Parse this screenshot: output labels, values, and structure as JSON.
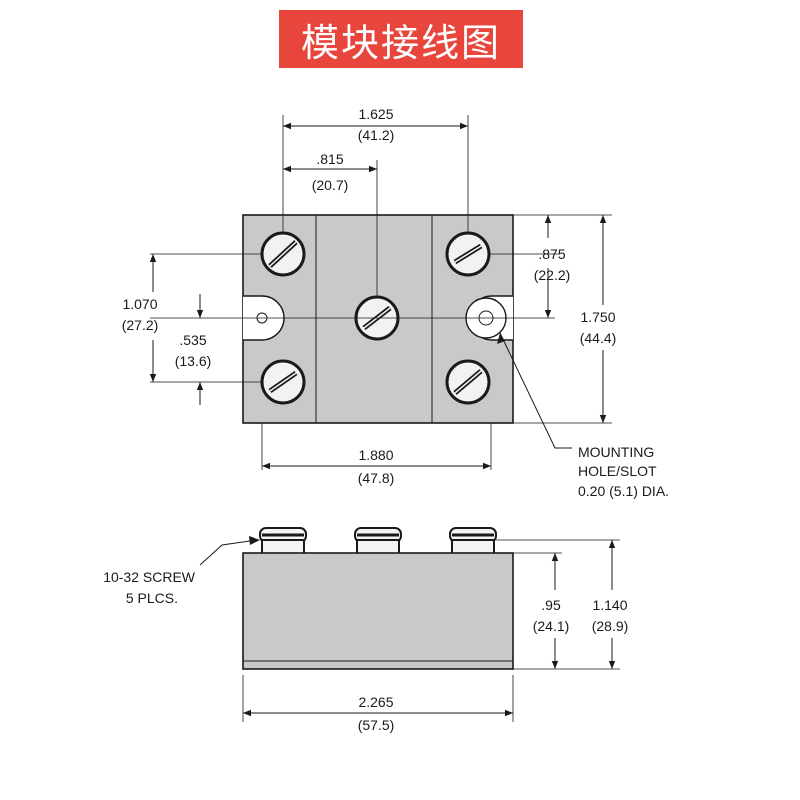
{
  "title": "模块接线图",
  "top_view": {
    "dim_1625": {
      "value": "1.625",
      "metric": "(41.2)"
    },
    "dim_815": {
      "value": ".815",
      "metric": "(20.7)"
    },
    "dim_875": {
      "value": ".875",
      "metric": "(22.2)"
    },
    "dim_1750": {
      "value": "1.750",
      "metric": "(44.4)"
    },
    "dim_1070": {
      "value": "1.070",
      "metric": "(27.2)"
    },
    "dim_535": {
      "value": ".535",
      "metric": "(13.6)"
    },
    "dim_1880": {
      "value": "1.880",
      "metric": "(47.8)"
    },
    "mounting_note": {
      "line1": "MOUNTING",
      "line2": "HOLE/SLOT",
      "line3": "0.20 (5.1) DIA."
    }
  },
  "side_view": {
    "screw_note": {
      "line1": "10-32 SCREW",
      "line2": "5 PLCS."
    },
    "dim_95": {
      "value": ".95",
      "metric": "(24.1)"
    },
    "dim_1140": {
      "value": "1.140",
      "metric": "(28.9)"
    },
    "dim_2265": {
      "value": "2.265",
      "metric": "(57.5)"
    }
  }
}
